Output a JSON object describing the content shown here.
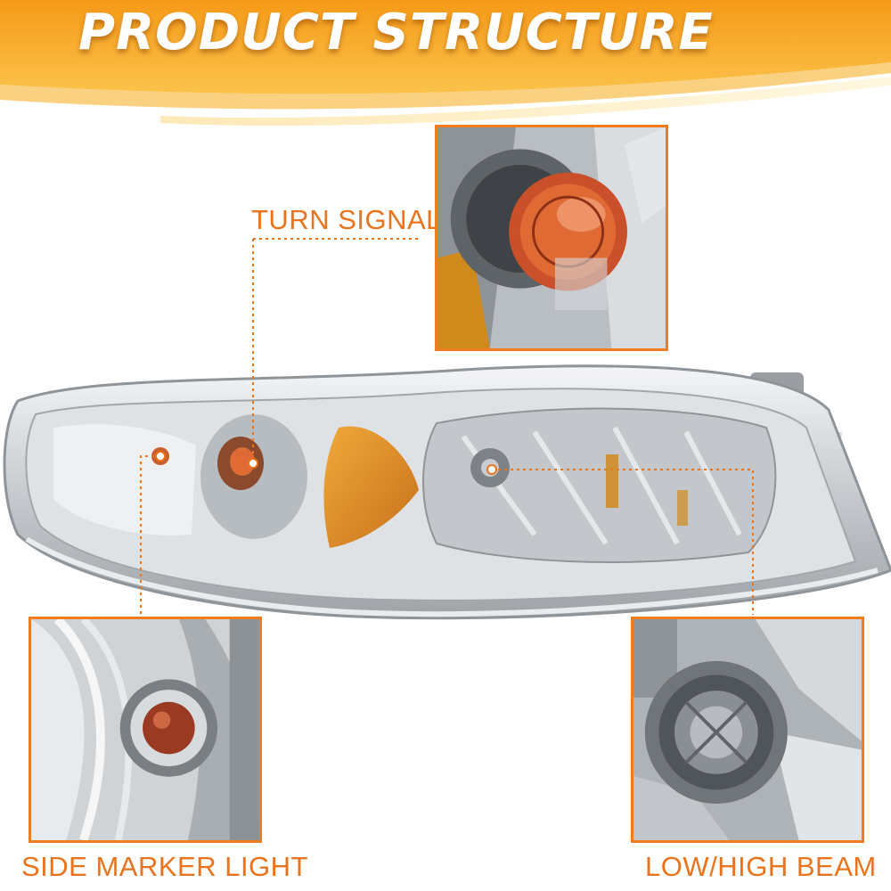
{
  "banner": {
    "title": "PRODUCT STRUCTURE",
    "colors": {
      "top": "#f7a21b",
      "bottom": "#fbd46a",
      "text": "#ffffff"
    }
  },
  "callouts": {
    "turn_signal": {
      "label": "TURN SIGNAL"
    },
    "side_marker": {
      "label": "SIDE MARKER LIGHT"
    },
    "low_high_beam": {
      "label": "LOW/HIGH BEAM"
    }
  },
  "colors": {
    "accent": "#f07c1e",
    "label_text": "#e9741d",
    "amber": "#d88a1a",
    "chrome": "#c9cdd1"
  }
}
